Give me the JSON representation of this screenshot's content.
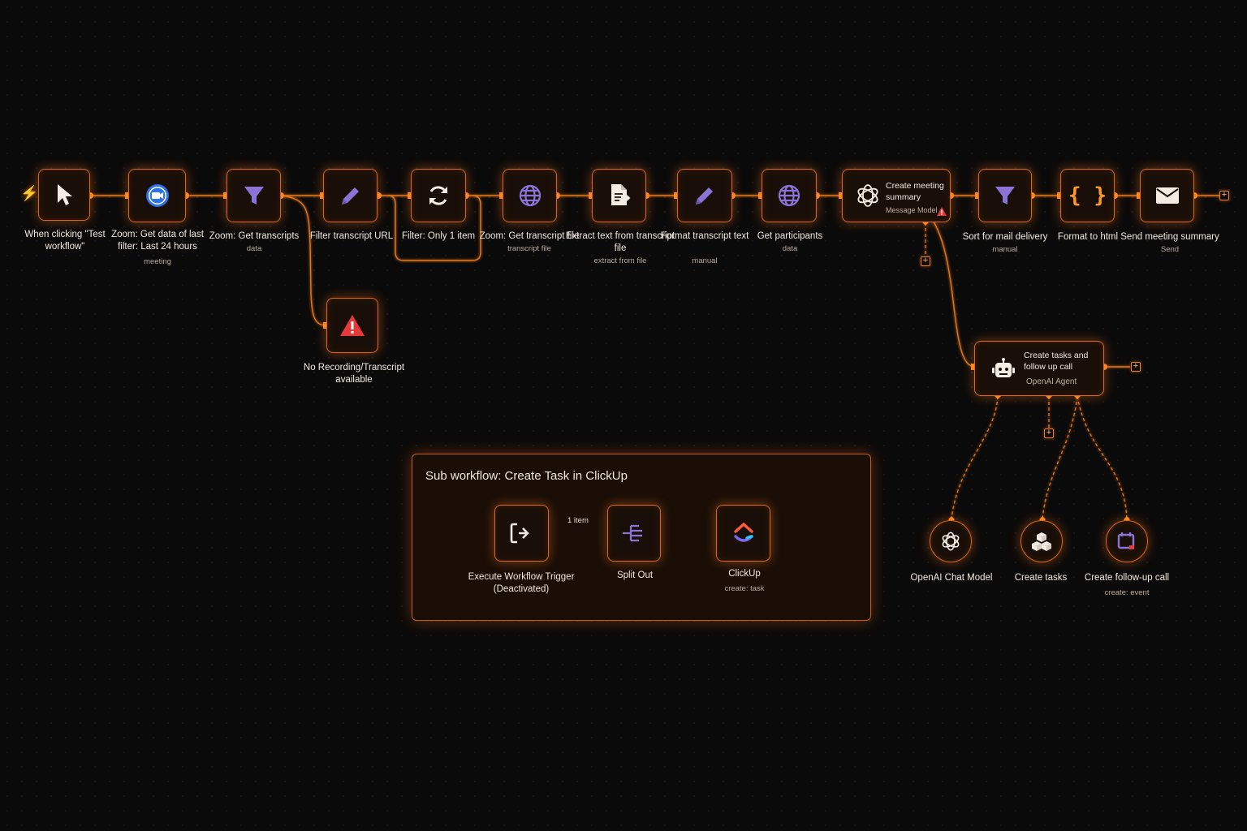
{
  "trigger_node": {
    "label": "When clicking \"Test workflow\"",
    "icon": "cursor-icon"
  },
  "zoom_get_data": {
    "label": "Zoom: Get data of last filter: Last 24 hours",
    "sub": "meeting",
    "icon": "zoom-camera-icon"
  },
  "zoom_get_transcripts": {
    "label": "Zoom: Get transcripts",
    "sub": "data",
    "icon": "funnel-icon"
  },
  "filter_transcript_url": {
    "label": "Filter transcript URL",
    "icon": "pencil-icon"
  },
  "filter_only_one": {
    "label": "Filter: Only 1 item",
    "icon": "refresh-icon"
  },
  "zoom_get_transcript_file": {
    "label": "Zoom: Get transcript file",
    "sub": "transcript file",
    "icon": "globe-icon"
  },
  "extract_text": {
    "label": "Extract text from transcript file",
    "sub": "extract from file",
    "icon": "file-extract-icon"
  },
  "format_transcript": {
    "label": "Format transcript text",
    "sub": "manual",
    "icon": "pencil-icon"
  },
  "get_participants": {
    "label": "Get participants",
    "sub": "data",
    "icon": "globe-icon"
  },
  "create_summary": {
    "label": "Create meeting summary",
    "sub": "Message Model",
    "icon": "openai-icon"
  },
  "sort_mail": {
    "label": "Sort for mail delivery",
    "sub": "manual",
    "icon": "funnel-icon"
  },
  "format_html": {
    "label": "Format to html",
    "icon": "code-braces-icon"
  },
  "send_summary": {
    "label": "Send meeting summary",
    "sub": "Send",
    "icon": "envelope-icon"
  },
  "no_recording": {
    "label": "No Recording/Transcript available",
    "icon": "warning-icon"
  },
  "agent": {
    "label": "Create tasks and follow up call",
    "sub": "OpenAI Agent",
    "icon": "robot-icon"
  },
  "chat_model": {
    "label": "OpenAI Chat Model",
    "icon": "openai-icon"
  },
  "create_tasks": {
    "label": "Create tasks",
    "icon": "cubes-icon"
  },
  "follow_up": {
    "label": "Create follow-up call",
    "sub": "create: event",
    "icon": "calendar-icon"
  },
  "sticky": {
    "title": "Sub workflow: Create Task in ClickUp"
  },
  "exec_trigger": {
    "label": "Execute Workflow Trigger (Deactivated)",
    "icon": "sign-in-icon"
  },
  "split_out": {
    "label": "Split Out",
    "icon": "split-out-icon"
  },
  "clickup": {
    "label": "ClickUp",
    "sub": "create: task",
    "icon": "clickup-icon"
  },
  "edge_label": "1 item",
  "colors": {
    "accent": "#ff8a1f",
    "border": "#d9661b",
    "node_bg": "#1a0f08",
    "canvas": "#0b0a0a",
    "purple_icon": "#8b74d8",
    "warning": "#e5393b"
  }
}
